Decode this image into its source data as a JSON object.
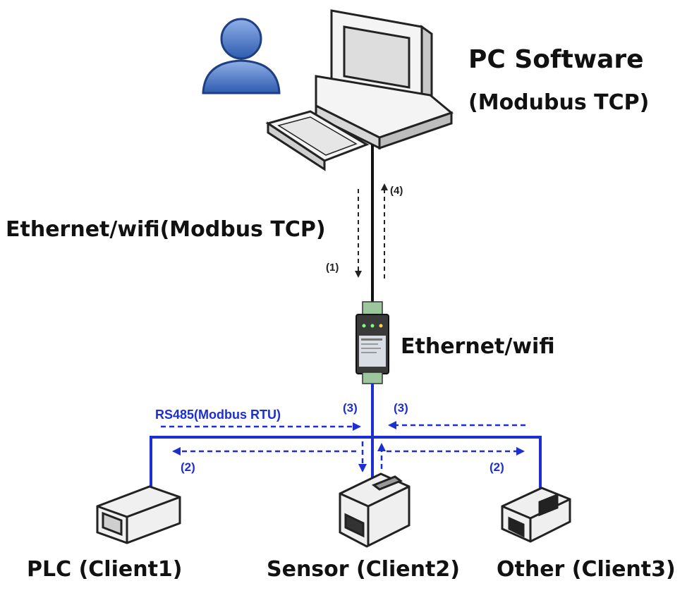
{
  "labels": {
    "pc_title": "PC Software",
    "pc_protocol": "(Modubus TCP)",
    "uplink": "Ethernet/wifi(Modbus TCP)",
    "gateway": "Ethernet/wifi",
    "bus": "RS485(Modbus RTU)",
    "step1": "(1)",
    "step2_left": "(2)",
    "step2_right": "(2)",
    "step3_left": "(3)",
    "step3_right": "(3)",
    "step4": "(4)"
  },
  "clients": [
    {
      "label": "PLC (Client1)"
    },
    {
      "label": "Sensor (Client2)"
    },
    {
      "label": "Other (Client3)"
    }
  ],
  "colors": {
    "bus": "#1d2fd0",
    "wire": "#111111",
    "person": "#4a73c4"
  },
  "icons": [
    "user-icon",
    "pc-icon",
    "gateway-icon",
    "plc-icon",
    "sensor-icon",
    "other-device-icon"
  ]
}
